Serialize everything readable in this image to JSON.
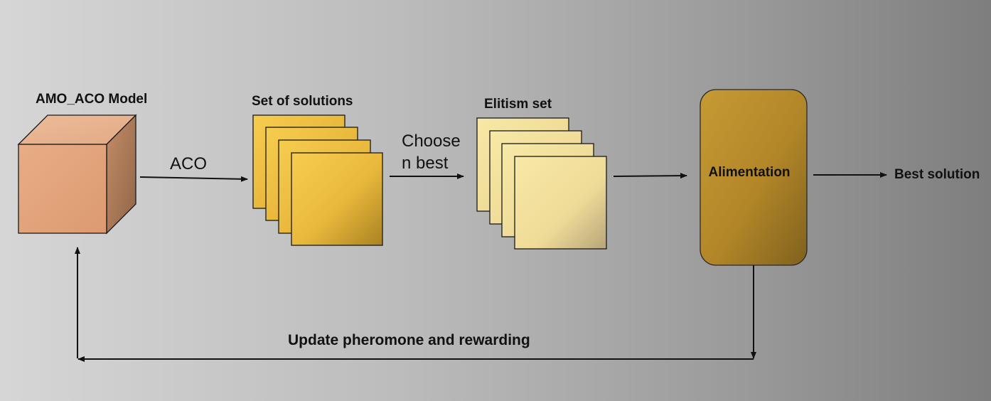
{
  "model": {
    "label": "AMO_ACO Model"
  },
  "solutions": {
    "label": "Set of solutions"
  },
  "elitism": {
    "label": "Elitism set"
  },
  "alimentation": {
    "label": "Alimentation"
  },
  "output": {
    "label": "Best solution"
  },
  "edges": {
    "aco_label": "ACO",
    "choose_label_line1": "Choose",
    "choose_label_line2": "n best",
    "feedback_label": "Update pheromone and rewarding"
  },
  "colors": {
    "cube_front": "#e2a27a",
    "cube_top": "#eab592",
    "cube_side": "#b57f5c",
    "solutions_card": "#f3c74a",
    "elitism_card": "#f4e4a2",
    "alimentation_box": "#b88c2c",
    "stroke": "#111111"
  }
}
